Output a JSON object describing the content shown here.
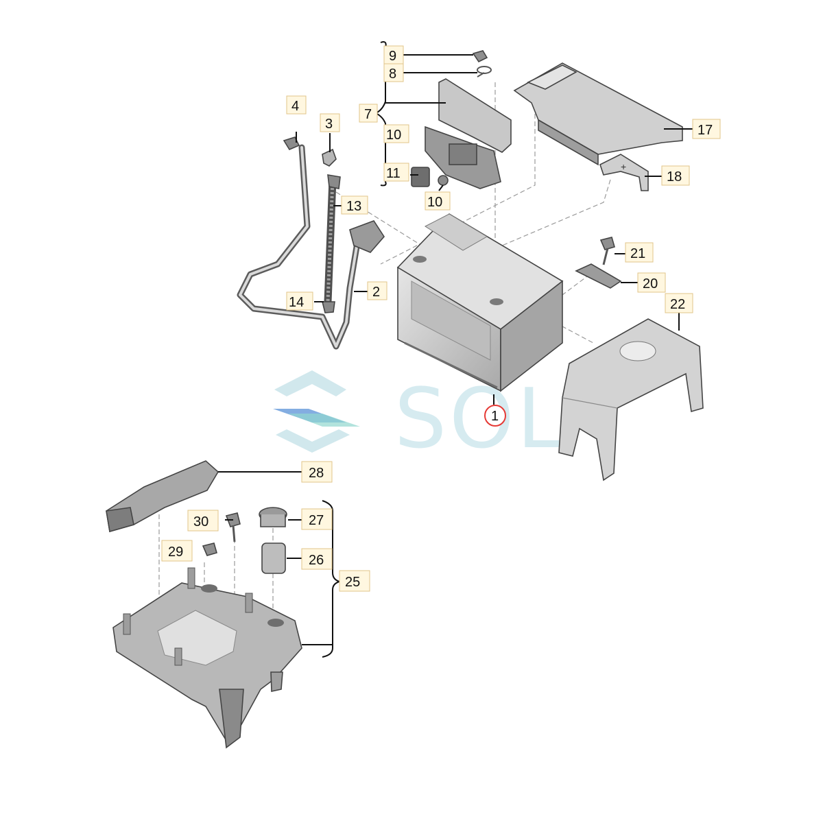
{
  "diagram": {
    "colors": {
      "part_fill": "#d6d6d6",
      "part_dark": "#8c8c8c",
      "label_box": "#fff7e0",
      "callout_circle": "#e53935",
      "watermark": "#cfe8ee"
    },
    "callouts": {
      "c1": "1",
      "c2": "2",
      "c3": "3",
      "c4": "4",
      "c7": "7",
      "c8": "8",
      "c9": "9",
      "c10a": "10",
      "c10b": "10",
      "c11": "11",
      "c13": "13",
      "c14": "14",
      "c17": "17",
      "c18": "18",
      "c20": "20",
      "c21": "21",
      "c22": "22",
      "c25": "25",
      "c26": "26",
      "c27": "27",
      "c28": "28",
      "c29": "29",
      "c30": "30"
    },
    "watermark": {
      "text": "SOL"
    }
  }
}
